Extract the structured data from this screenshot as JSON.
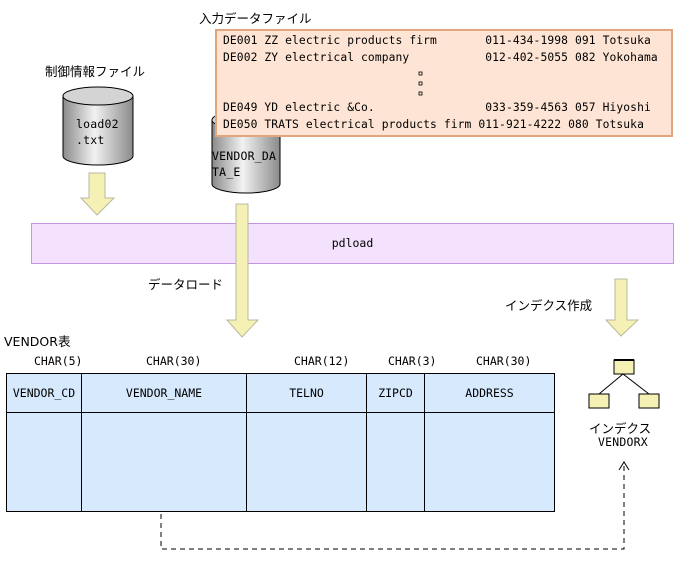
{
  "labels": {
    "input_data_file": "入力データファイル",
    "control_info_file": "制御情報ファイル",
    "data_load": "データロード",
    "index_creation": "インデクス作成",
    "table_name": "VENDOR表",
    "index_name_jp": "インデクス",
    "index_name": "VENDORX"
  },
  "cylinders": {
    "control_file": {
      "line1": "load02",
      "line2": ".txt"
    },
    "data_file": {
      "line1": "VENDOR_DA",
      "line2": "TA_E"
    }
  },
  "input_data_rows": [
    "DE001 ZZ electric products firm       011-434-1998 091 Totsuka",
    "DE002 ZY electrical company           012-402-5055 082 Yokohama",
    "DE049 YD electric &Co.                033-359-4563 057 Hiyoshi",
    "DE050 TRATS electrical products firm 011-921-4222 080 Totsuka"
  ],
  "ellipsis": "⋮",
  "utility": {
    "name": "pdload"
  },
  "table": {
    "columns": [
      {
        "name": "VENDOR_CD",
        "type": "CHAR(5)"
      },
      {
        "name": "VENDOR_NAME",
        "type": "CHAR(30)"
      },
      {
        "name": "TELNO",
        "type": "CHAR(12)"
      },
      {
        "name": "ZIPCD",
        "type": "CHAR(3)"
      },
      {
        "name": "ADDRESS",
        "type": "CHAR(30)"
      }
    ]
  },
  "colors": {
    "arrow_fill": "#f5f0b4",
    "arrow_stroke": "#b8b8a0",
    "data_file_bg": "#fde4d4",
    "data_file_border": "#e3a57d",
    "pdload_bg": "#f3e1fd",
    "pdload_border": "#c394e0",
    "table_bg": "#d6e9fd",
    "index_node_fill": "#f5f0b4"
  }
}
